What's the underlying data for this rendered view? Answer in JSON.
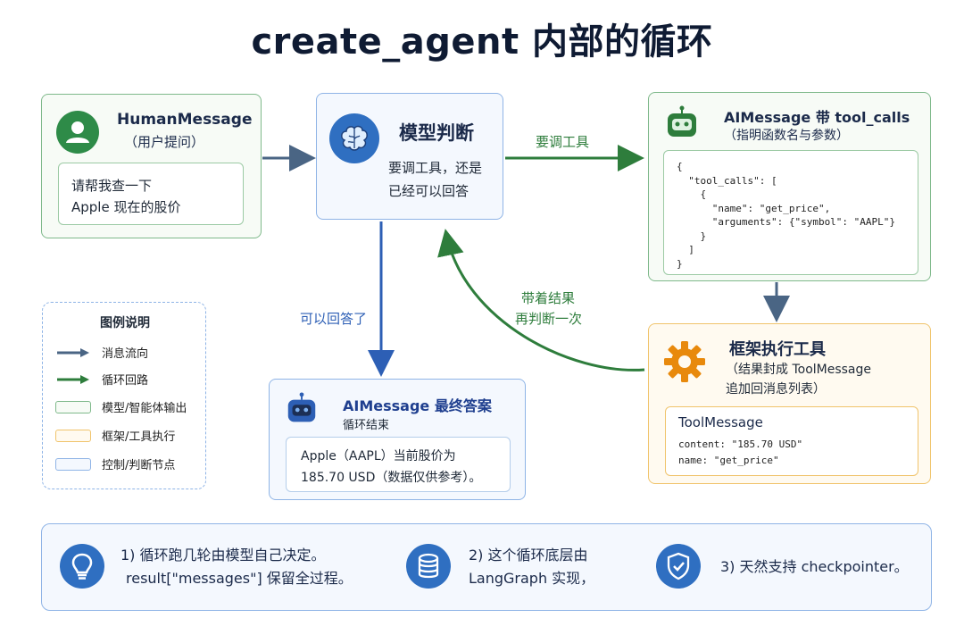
{
  "title": "create_agent 内部的循环",
  "human": {
    "title": "HumanMessage",
    "subtitle": "（用户提问）",
    "query_line1": "请帮我查一下",
    "query_line2": "Apple 现在的股价"
  },
  "model": {
    "title": "模型判断",
    "line1": "要调工具，还是",
    "line2": "已经可以回答"
  },
  "ai_tool": {
    "title": "AIMessage 带 tool_calls",
    "subtitle": "（指明函数名与参数）",
    "code": "{\n  \"tool_calls\": [\n    {\n      \"name\": \"get_price\",\n      \"arguments\": {\"symbol\": \"AAPL\"}\n    }\n  ]\n}"
  },
  "framework": {
    "title": "框架执行工具",
    "line1": "（结果封成 ToolMessage",
    "line2": "追加回消息列表）",
    "tool_title": "ToolMessage",
    "tool_content": "content: \"185.70 USD\"",
    "tool_name": "name: \"get_price\""
  },
  "final": {
    "title": "AIMessage 最终答案",
    "subtitle": "循环结束",
    "line1": "Apple（AAPL）当前股价为",
    "line2": "185.70 USD（数据仅供参考）。"
  },
  "edges": {
    "call_tool": "要调工具",
    "can_answer": "可以回答了",
    "loop_line1": "带着结果",
    "loop_line2": "再判断一次"
  },
  "legend": {
    "title": "图例说明",
    "items": [
      {
        "label": "消息流向",
        "color": "#4a6584"
      },
      {
        "label": "循环回路",
        "color": "#2e7d3c"
      },
      {
        "label": "模型/智能体输出",
        "color": "#7fb98b"
      },
      {
        "label": "框架/工具执行",
        "color": "#f0c46c"
      },
      {
        "label": "控制/判断节点",
        "color": "#8fb4e6"
      }
    ]
  },
  "notes": [
    {
      "line1": "1) 循环跑几轮由模型自己决定。",
      "line2": "result[\"messages\"] 保留全过程。",
      "icon": "lightbulb-icon"
    },
    {
      "line1": "2) 这个循环底层由",
      "line2": "LangGraph 实现，",
      "icon": "database-icon"
    },
    {
      "line1": "3) 天然支持 checkpointer。",
      "line2": "",
      "icon": "shield-check-icon"
    }
  ],
  "colors": {
    "green": "#2e7d3c",
    "blue": "#2d5fb5",
    "slate": "#4a6584",
    "orange": "#f0c46c"
  }
}
